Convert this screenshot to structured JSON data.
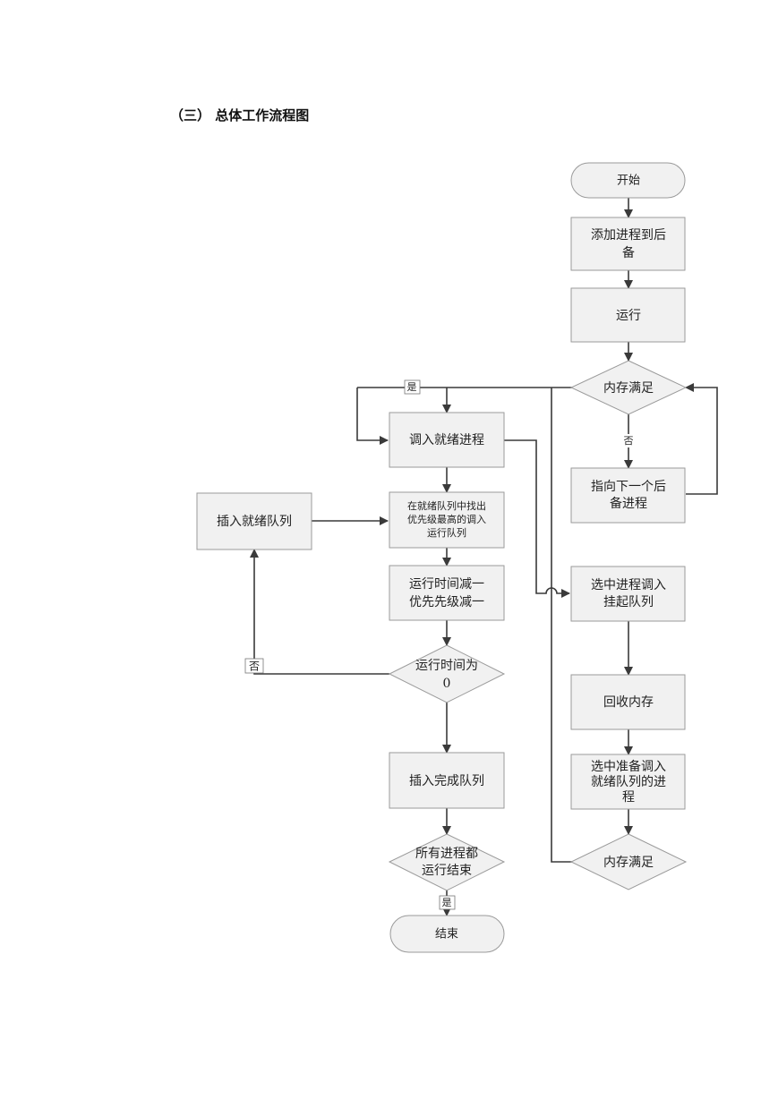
{
  "heading": "（三） 总体工作流程图",
  "nodes": {
    "start": "开始",
    "add": [
      "添加进程到后",
      "备"
    ],
    "run": "运行",
    "mem1": "内存满足",
    "next": [
      "指向下一个后",
      "备进程"
    ],
    "ready": "调入就绪进程",
    "find": [
      "在就绪队列中找出",
      "优先级最高的调入",
      "运行队列"
    ],
    "insert_ready": "插入就绪队列",
    "dec": [
      "运行时间减一",
      "优先先级减一"
    ],
    "zero": [
      "运行时间为",
      "0"
    ],
    "finish": "插入完成队列",
    "all": [
      "所有进程都",
      "运行结束"
    ],
    "end": "结束",
    "suspend": [
      "选中进程调入",
      "挂起队列"
    ],
    "reclaim": "回收内存",
    "choose": [
      "选中准备调入",
      "就绪队列的进",
      "程"
    ],
    "mem2": "内存满足"
  },
  "labels": {
    "yes1": "是",
    "no1": "否",
    "no2": "否",
    "yes2": "是"
  }
}
